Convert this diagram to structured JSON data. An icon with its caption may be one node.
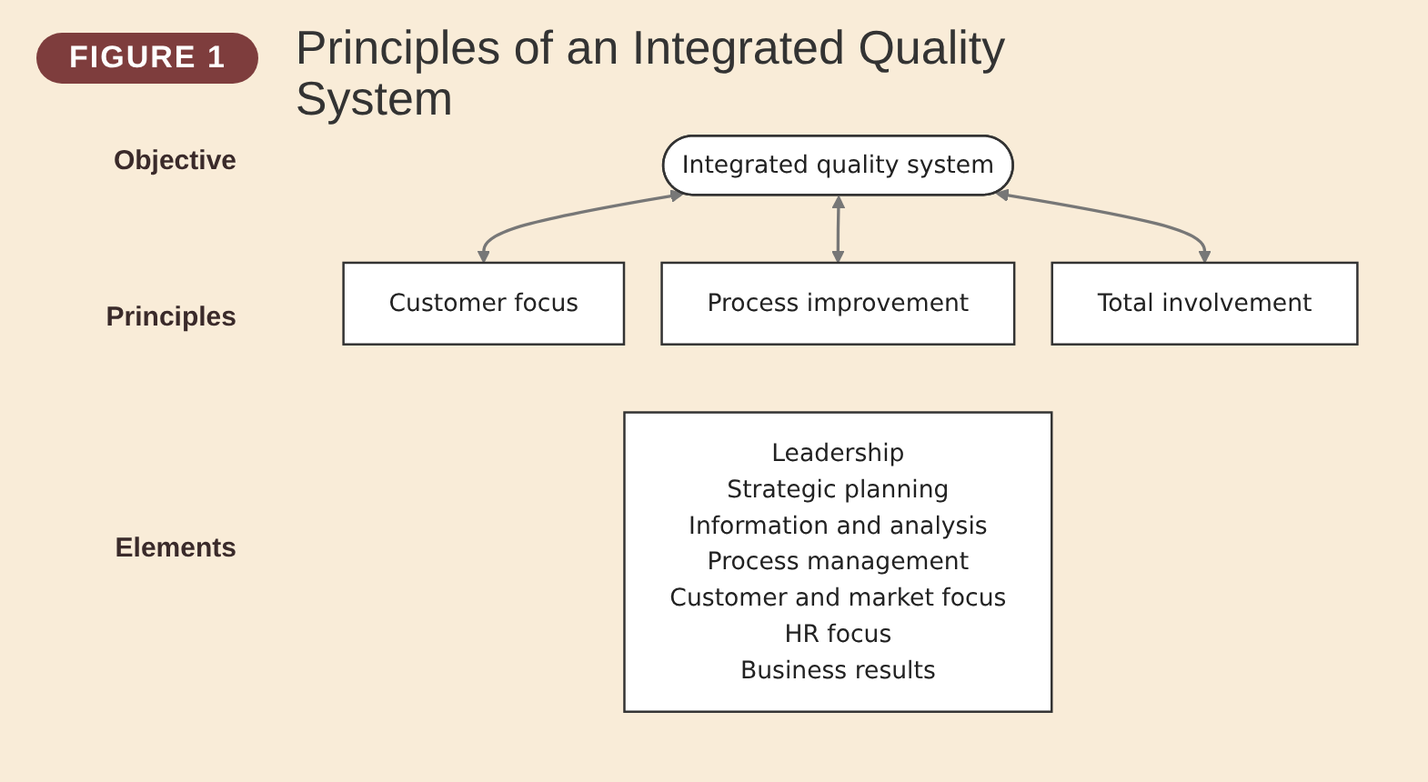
{
  "diagram": {
    "title": "Principles of an Integrated Quality System",
    "nodes": [
      {
        "text": [
          "Integrated quality system"
        ]
      },
      {
        "text": [
          "Customer focus"
        ]
      },
      {
        "text": [
          "Process improvement"
        ]
      },
      {
        "text": [
          "Total involvement"
        ]
      },
      {
        "text": [
          "Leadership",
          "Strategic planning",
          "Information and analysis",
          "Process management",
          "Customer and market focus",
          "HR focus",
          "Business results"
        ]
      }
    ],
    "edges": [
      {
        "from": 0,
        "to": 1,
        "arrow": "both"
      },
      {
        "from": 0,
        "to": 2,
        "arrow": "both"
      },
      {
        "from": 0,
        "to": 3,
        "arrow": "both"
      }
    ],
    "labels": [
      "FIGURE 1",
      "Objective",
      "Principles",
      "Elements"
    ]
  }
}
